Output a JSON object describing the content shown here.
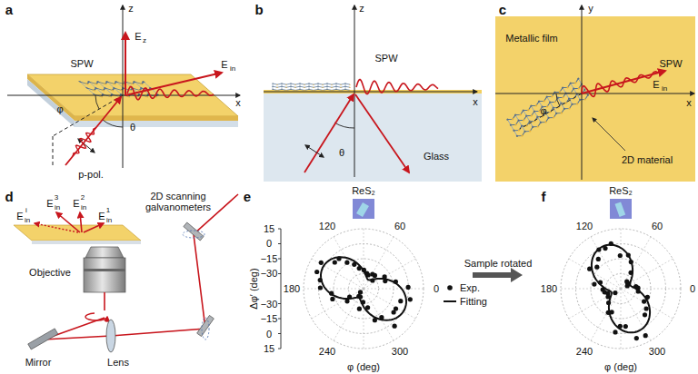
{
  "diagram": {
    "labels": [
      "a",
      "z",
      "E",
      "z",
      "SPW",
      "E",
      "in",
      "x",
      "φ",
      "θ",
      "p-pol.",
      "b",
      "z",
      "SPW",
      "x",
      "θ",
      "Glass",
      "c",
      "y",
      "Metallic film",
      "SPW",
      "E",
      "in",
      "x",
      "φ",
      "2D material",
      "d",
      "E",
      "i",
      "in",
      "E",
      "3",
      "in",
      "E",
      "2",
      "in",
      "E",
      "1",
      "in",
      "Objective",
      "2D scanning galvanometers",
      "Mirror",
      "Lens",
      "e",
      "ReS₂",
      "120",
      "60",
      "180",
      "0",
      "240",
      "300",
      "15",
      "0",
      "−15",
      "−30",
      "−30",
      "−15",
      "0",
      "15",
      "Δφ′ (deg)",
      "φ (deg)",
      "Sample rotated",
      "f",
      "ReS₂",
      "120",
      "60",
      "180",
      "0",
      "240",
      "300",
      "φ (deg)"
    ],
    "legend": [
      {
        "text": "Exp."
      },
      {
        "text": "Fitting"
      }
    ]
  }
}
